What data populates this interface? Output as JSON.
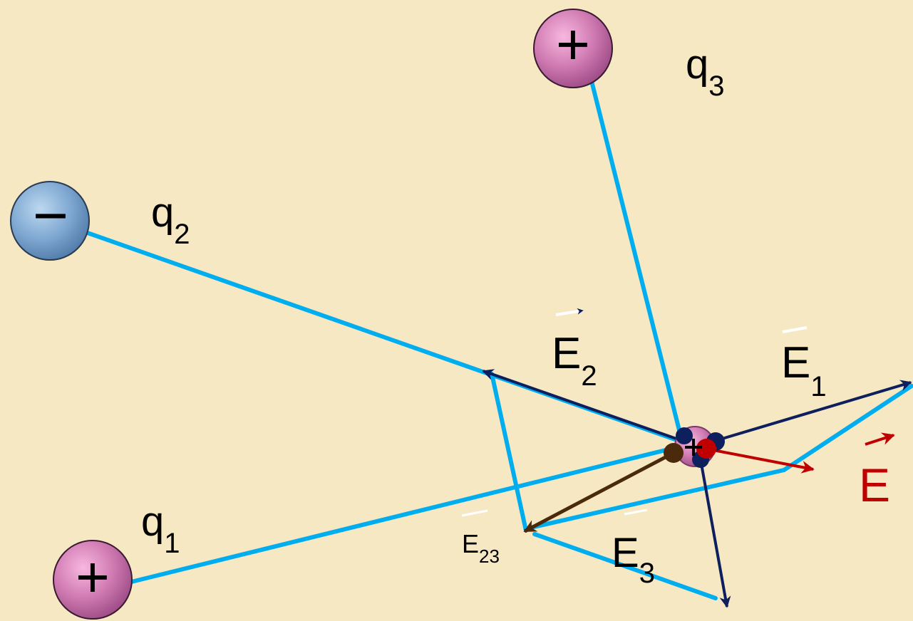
{
  "charges": {
    "q1": {
      "name": "q",
      "sub": "1",
      "sign": "+"
    },
    "q2": {
      "name": "q",
      "sub": "2",
      "sign": "−"
    },
    "q3": {
      "name": "q",
      "sub": "3",
      "sign": "+"
    }
  },
  "vectors": {
    "E1": {
      "name": "E",
      "sub": "1"
    },
    "E2": {
      "name": "E",
      "sub": "2"
    },
    "E3": {
      "name": "E",
      "sub": "3"
    },
    "E23": {
      "name": "E",
      "sub": "23"
    },
    "E": {
      "name": "E"
    }
  },
  "colors": {
    "background": "#f7e8c4",
    "construction_line": "#00aeef",
    "field_vector": "#0d1f5c",
    "resultant": "#c00000",
    "partial_resultant": "#4a2a0a",
    "positive_charge": "#c86aa8",
    "negative_charge": "#6e9cc8"
  }
}
